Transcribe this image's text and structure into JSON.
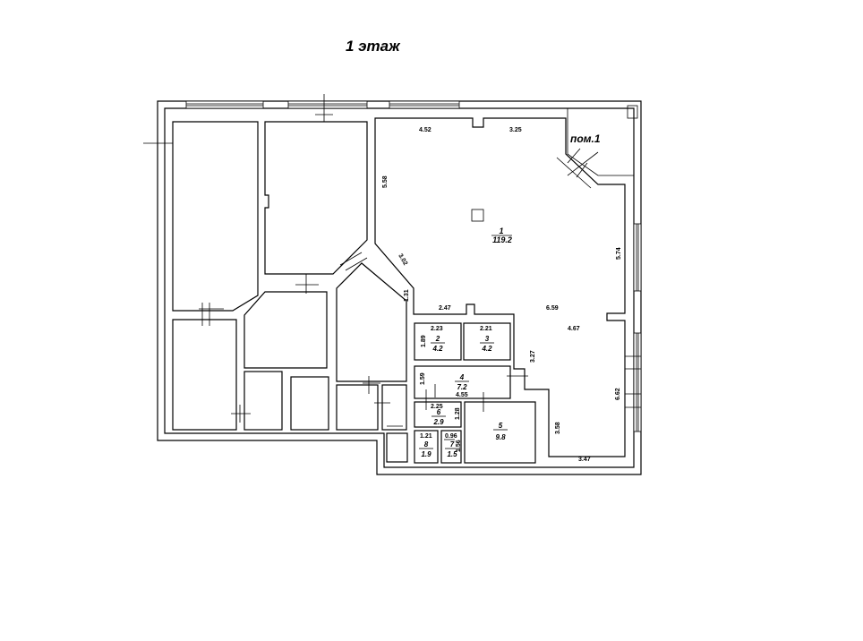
{
  "floor_title": "1 этаж",
  "premises_label": "пом.1",
  "rooms": [
    {
      "number": "1",
      "area": "119.2"
    },
    {
      "number": "2",
      "area": "4.2"
    },
    {
      "number": "3",
      "area": "4.2"
    },
    {
      "number": "4",
      "area": "7.2"
    },
    {
      "number": "5",
      "area": "9.8"
    },
    {
      "number": "6",
      "area": "2.9"
    },
    {
      "number": "7",
      "area": "1.5"
    },
    {
      "number": "8",
      "area": "1.9"
    }
  ],
  "dimensions": {
    "d_4_52": "4.52",
    "d_3_25": "3.25",
    "d_5_58": "5.58",
    "d_3_02": "3.02",
    "d_5_74": "5.74",
    "d_1_31": "1.31",
    "d_2_47": "2.47",
    "d_6_59": "6.59",
    "d_4_67": "4.67",
    "d_2_23": "2.23",
    "d_2_21": "2.21",
    "d_1_89": "1.89",
    "d_3_27": "3.27",
    "d_1_59": "1.59",
    "d_4_55": "4.55",
    "d_6_62": "6.62",
    "d_2_25": "2.25",
    "d_1_28": "1.28",
    "d_3_58": "3.58",
    "d_1_21": "1.21",
    "d_0_96": "0.96",
    "d_1_56": "1.56",
    "d_3_47": "3.47"
  }
}
